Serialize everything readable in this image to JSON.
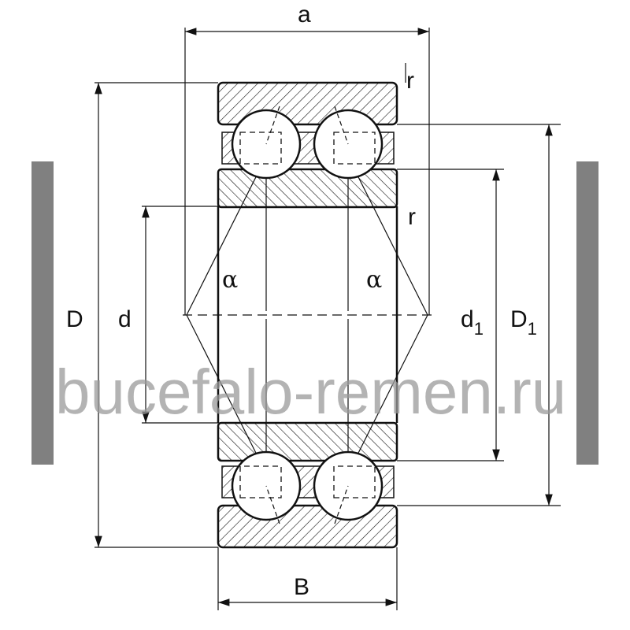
{
  "diagram": {
    "labels": {
      "a": "a",
      "r_top": "r",
      "r_mid": "r",
      "alpha_left": "α",
      "alpha_right": "α",
      "D": "D",
      "d": "d",
      "d1": "d",
      "d1_sub": "1",
      "D1": "D",
      "D1_sub": "1",
      "B": "B"
    },
    "watermark": "bucefalo-remen.ru",
    "colors": {
      "line": "#111111",
      "side_bars": "#808080",
      "watermark": "#9a9a9a"
    }
  }
}
